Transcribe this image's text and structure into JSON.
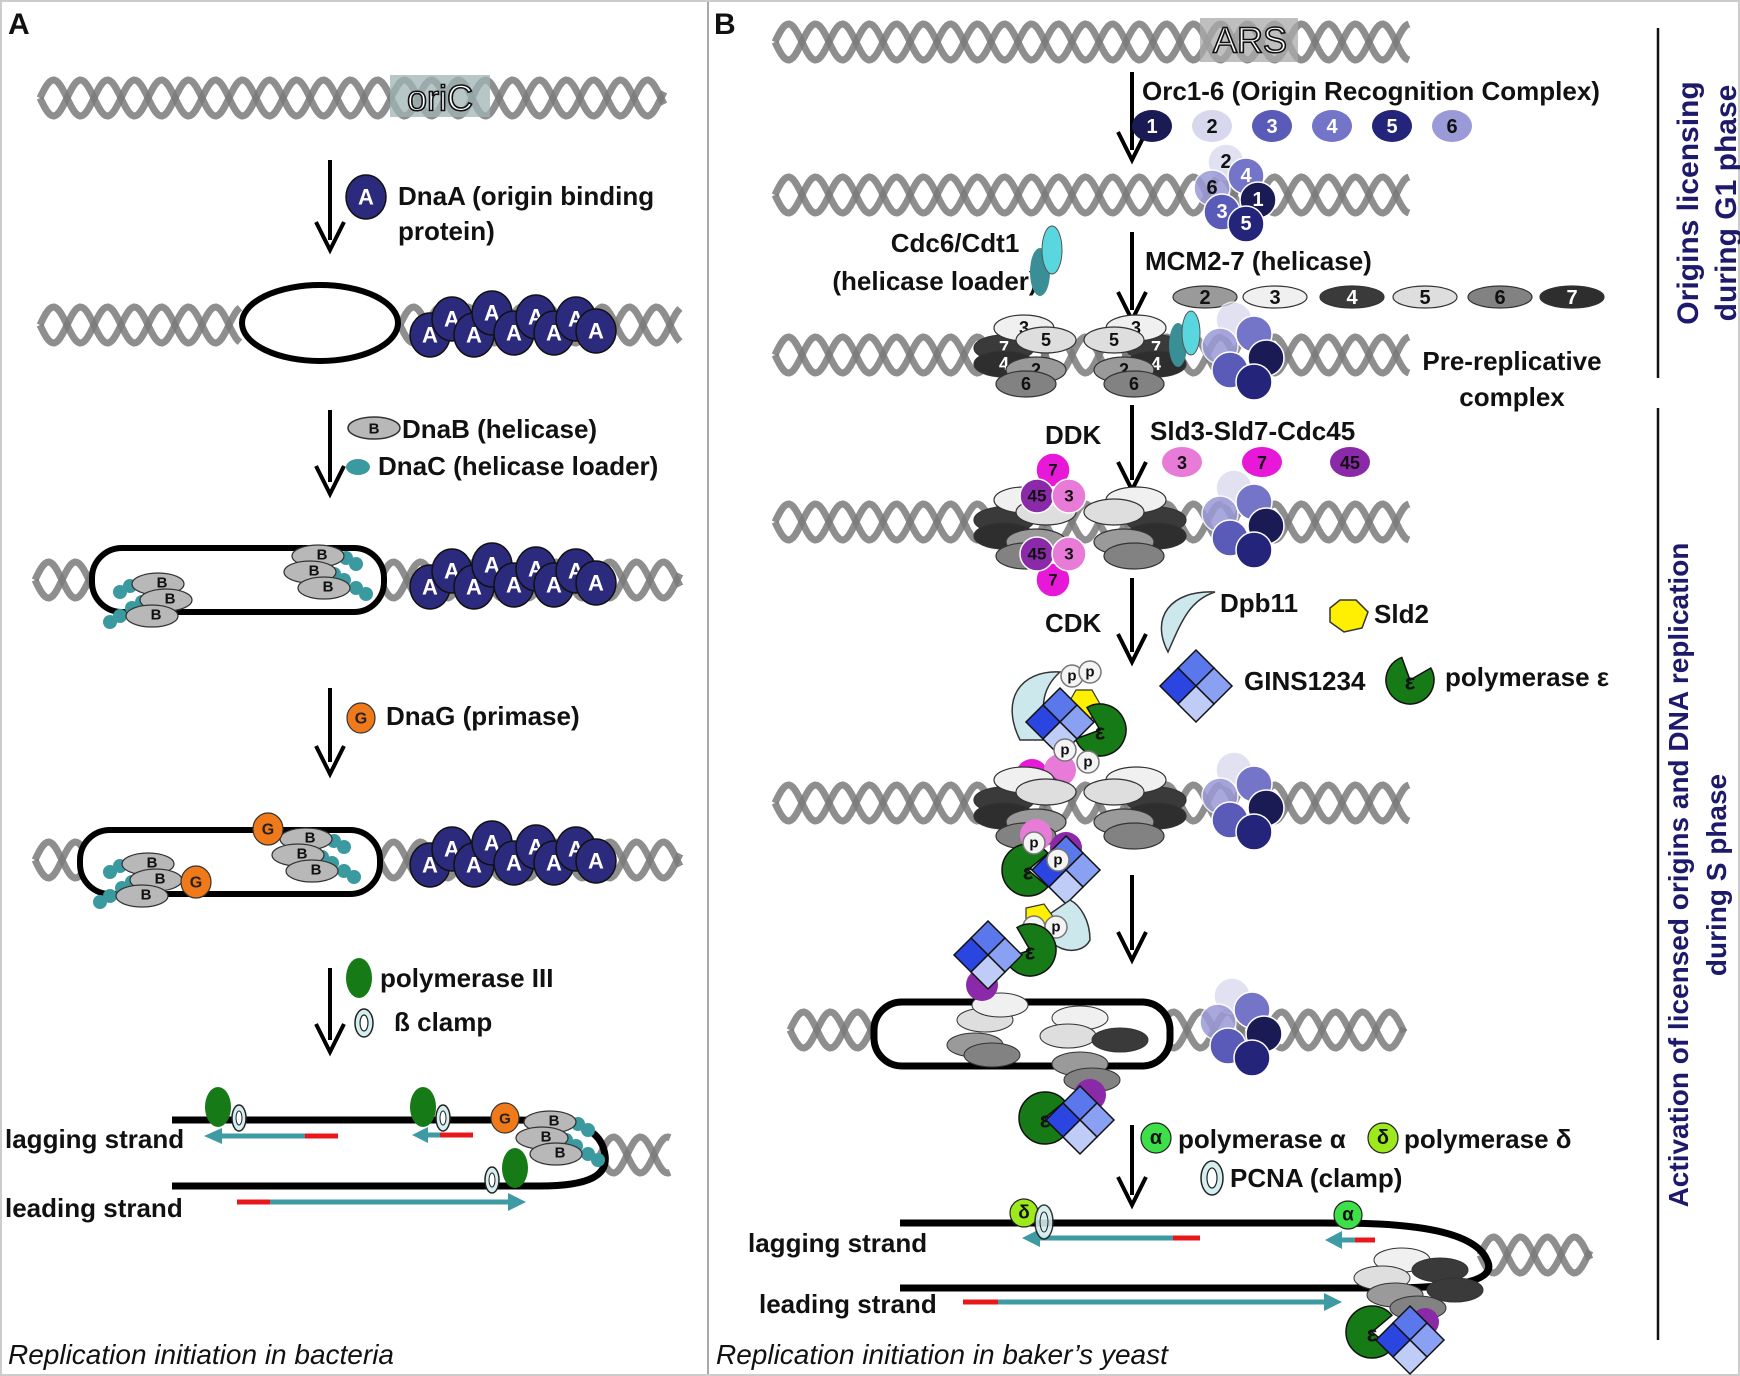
{
  "figure": {
    "panels": [
      {
        "id": "A",
        "letter": "A",
        "caption": "Replication initiation in bacteria",
        "origin_label": "oriC",
        "steps": [
          {
            "protein_icon": "A",
            "label_line1": "DnaA (origin binding",
            "label_line2": "protein)"
          },
          {
            "protein_icon": "B",
            "label": "DnaB (helicase)",
            "secondary_label": "DnaC (helicase loader)"
          },
          {
            "protein_icon": "G",
            "label": "DnaG (primase)"
          },
          {
            "label": "polymerase III",
            "secondary_label": "ß clamp"
          }
        ],
        "complex_glyphs": {
          "dnaa": "A",
          "dnab": "B",
          "dnag": "G"
        },
        "strands": {
          "lagging": "lagging strand",
          "leading": "leading strand"
        }
      },
      {
        "id": "B",
        "letter": "B",
        "caption": "Replication initiation in baker’s yeast",
        "origin_label": "ARS",
        "orc": {
          "label": "Orc1-6 (Origin Recognition Complex)",
          "subunits": [
            "1",
            "2",
            "3",
            "4",
            "5",
            "6"
          ]
        },
        "loader": {
          "line1": "Cdc6/Cdt1",
          "line2": "(helicase loader)"
        },
        "mcm": {
          "label": "MCM2-7 (helicase)",
          "subunits": [
            "2",
            "3",
            "4",
            "5",
            "6",
            "7"
          ]
        },
        "prerc": {
          "line1": "Pre-replicative",
          "line2": "complex"
        },
        "ddk": {
          "kinase": "DDK",
          "label": "Sld3-Sld7-Cdc45",
          "subunits": [
            "3",
            "7",
            "45"
          ]
        },
        "cdk": {
          "kinase": "CDK",
          "dpb11": "Dpb11",
          "sld2": "Sld2",
          "gins": "GINS1234",
          "pol_epsilon": "polymerase ε",
          "epsilon_glyph": "ε",
          "phospho_glyph": "p"
        },
        "polymerases": {
          "alpha": "polymerase α",
          "alpha_glyph": "α",
          "delta": "polymerase δ",
          "delta_glyph": "δ",
          "pcna": "PCNA (clamp)"
        },
        "strands": {
          "lagging": "lagging strand",
          "leading": "leading strand"
        }
      }
    ],
    "side_labels": {
      "g1_line1": "Origins licensing",
      "g1_line2": "during G1 phase",
      "s_line1": "Activation of licensed origins and DNA replication",
      "s_line2": "during S phase"
    },
    "colors": {
      "dna": "#7a7a7a",
      "dnaa": "#2b2a7c",
      "dnab": "#b8b8b8",
      "dnac": "#3a9aa0",
      "dnag": "#f07a1a",
      "pol": "#167a16",
      "teal_strand": "#3e9aa3",
      "primer": "#e8171b",
      "orc": [
        "#1a1a55",
        "#d7d7ee",
        "#5a5ab8",
        "#7474c8",
        "#24247a",
        "#9a9ad8"
      ],
      "mcm": [
        "#9a9a9a",
        "#f0f0f0",
        "#3a3a3a",
        "#dedede",
        "#828282",
        "#2e2e2e"
      ],
      "sld": [
        "#e87ad8",
        "#e818d8",
        "#8a2aa8"
      ],
      "cdc6": "#5ad6de",
      "cdt1": "#3a8e96",
      "dpb11": "#cde8ec",
      "sld2": "#ffef00",
      "gins": [
        "#2a45e0",
        "#5a78ec",
        "#8aa0f2",
        "#c0ccf8"
      ],
      "pol_alpha": "#3ee04a",
      "pol_delta": "#9ee81e",
      "side_text": "#1e1a6b"
    }
  }
}
